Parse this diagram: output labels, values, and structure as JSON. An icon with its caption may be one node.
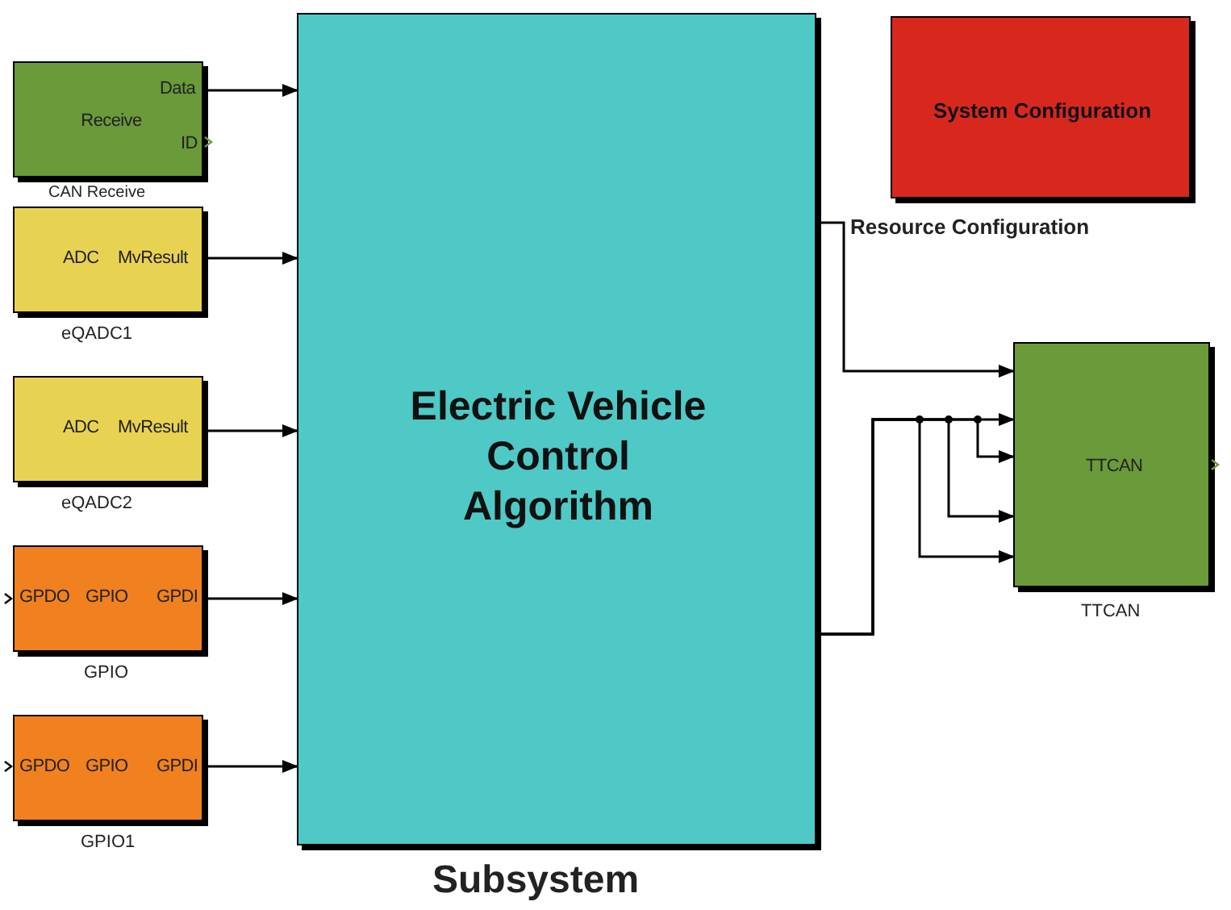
{
  "diagram": {
    "nodes": [
      {
        "text": [
          "Data",
          "Receive",
          "ID"
        ],
        "beside": [
          "CAN Receive"
        ]
      },
      {
        "text": [
          "ADC",
          "MvResult"
        ],
        "beside": [
          "eQADC1"
        ]
      },
      {
        "text": [
          "ADC",
          "MvResult"
        ],
        "beside": [
          "eQADC2"
        ]
      },
      {
        "text": [
          "GPDO",
          "GPIO",
          "GPDI"
        ],
        "beside": [
          "GPIO"
        ]
      },
      {
        "text": [
          "GPDO",
          "GPIO",
          "GPDI"
        ],
        "beside": [
          "GPIO1"
        ]
      },
      {
        "text": [
          "Electric Vehicle Control Algorithm"
        ],
        "beside": [
          "Subsystem"
        ]
      },
      {
        "text": [
          "System Configuration"
        ],
        "beside": [
          "Resource Configuration"
        ]
      },
      {
        "text": [
          "TTCAN"
        ],
        "beside": [
          "TTCAN"
        ]
      }
    ],
    "edges": [
      {
        "from": 0,
        "to": 5,
        "arrow": "to"
      },
      {
        "from": 1,
        "to": 5,
        "arrow": "to"
      },
      {
        "from": 2,
        "to": 5,
        "arrow": "to"
      },
      {
        "from": 3,
        "to": 5,
        "arrow": "to"
      },
      {
        "from": 4,
        "to": 5,
        "arrow": "to"
      },
      {
        "from": 5,
        "to": 7,
        "arrow": "to"
      },
      {
        "from": 5,
        "to": 7,
        "arrow": "to"
      },
      {
        "from": 5,
        "to": 7,
        "arrow": "to"
      },
      {
        "from": 5,
        "to": 7,
        "arrow": "to"
      },
      {
        "from": 5,
        "to": 7,
        "arrow": "to"
      }
    ]
  }
}
